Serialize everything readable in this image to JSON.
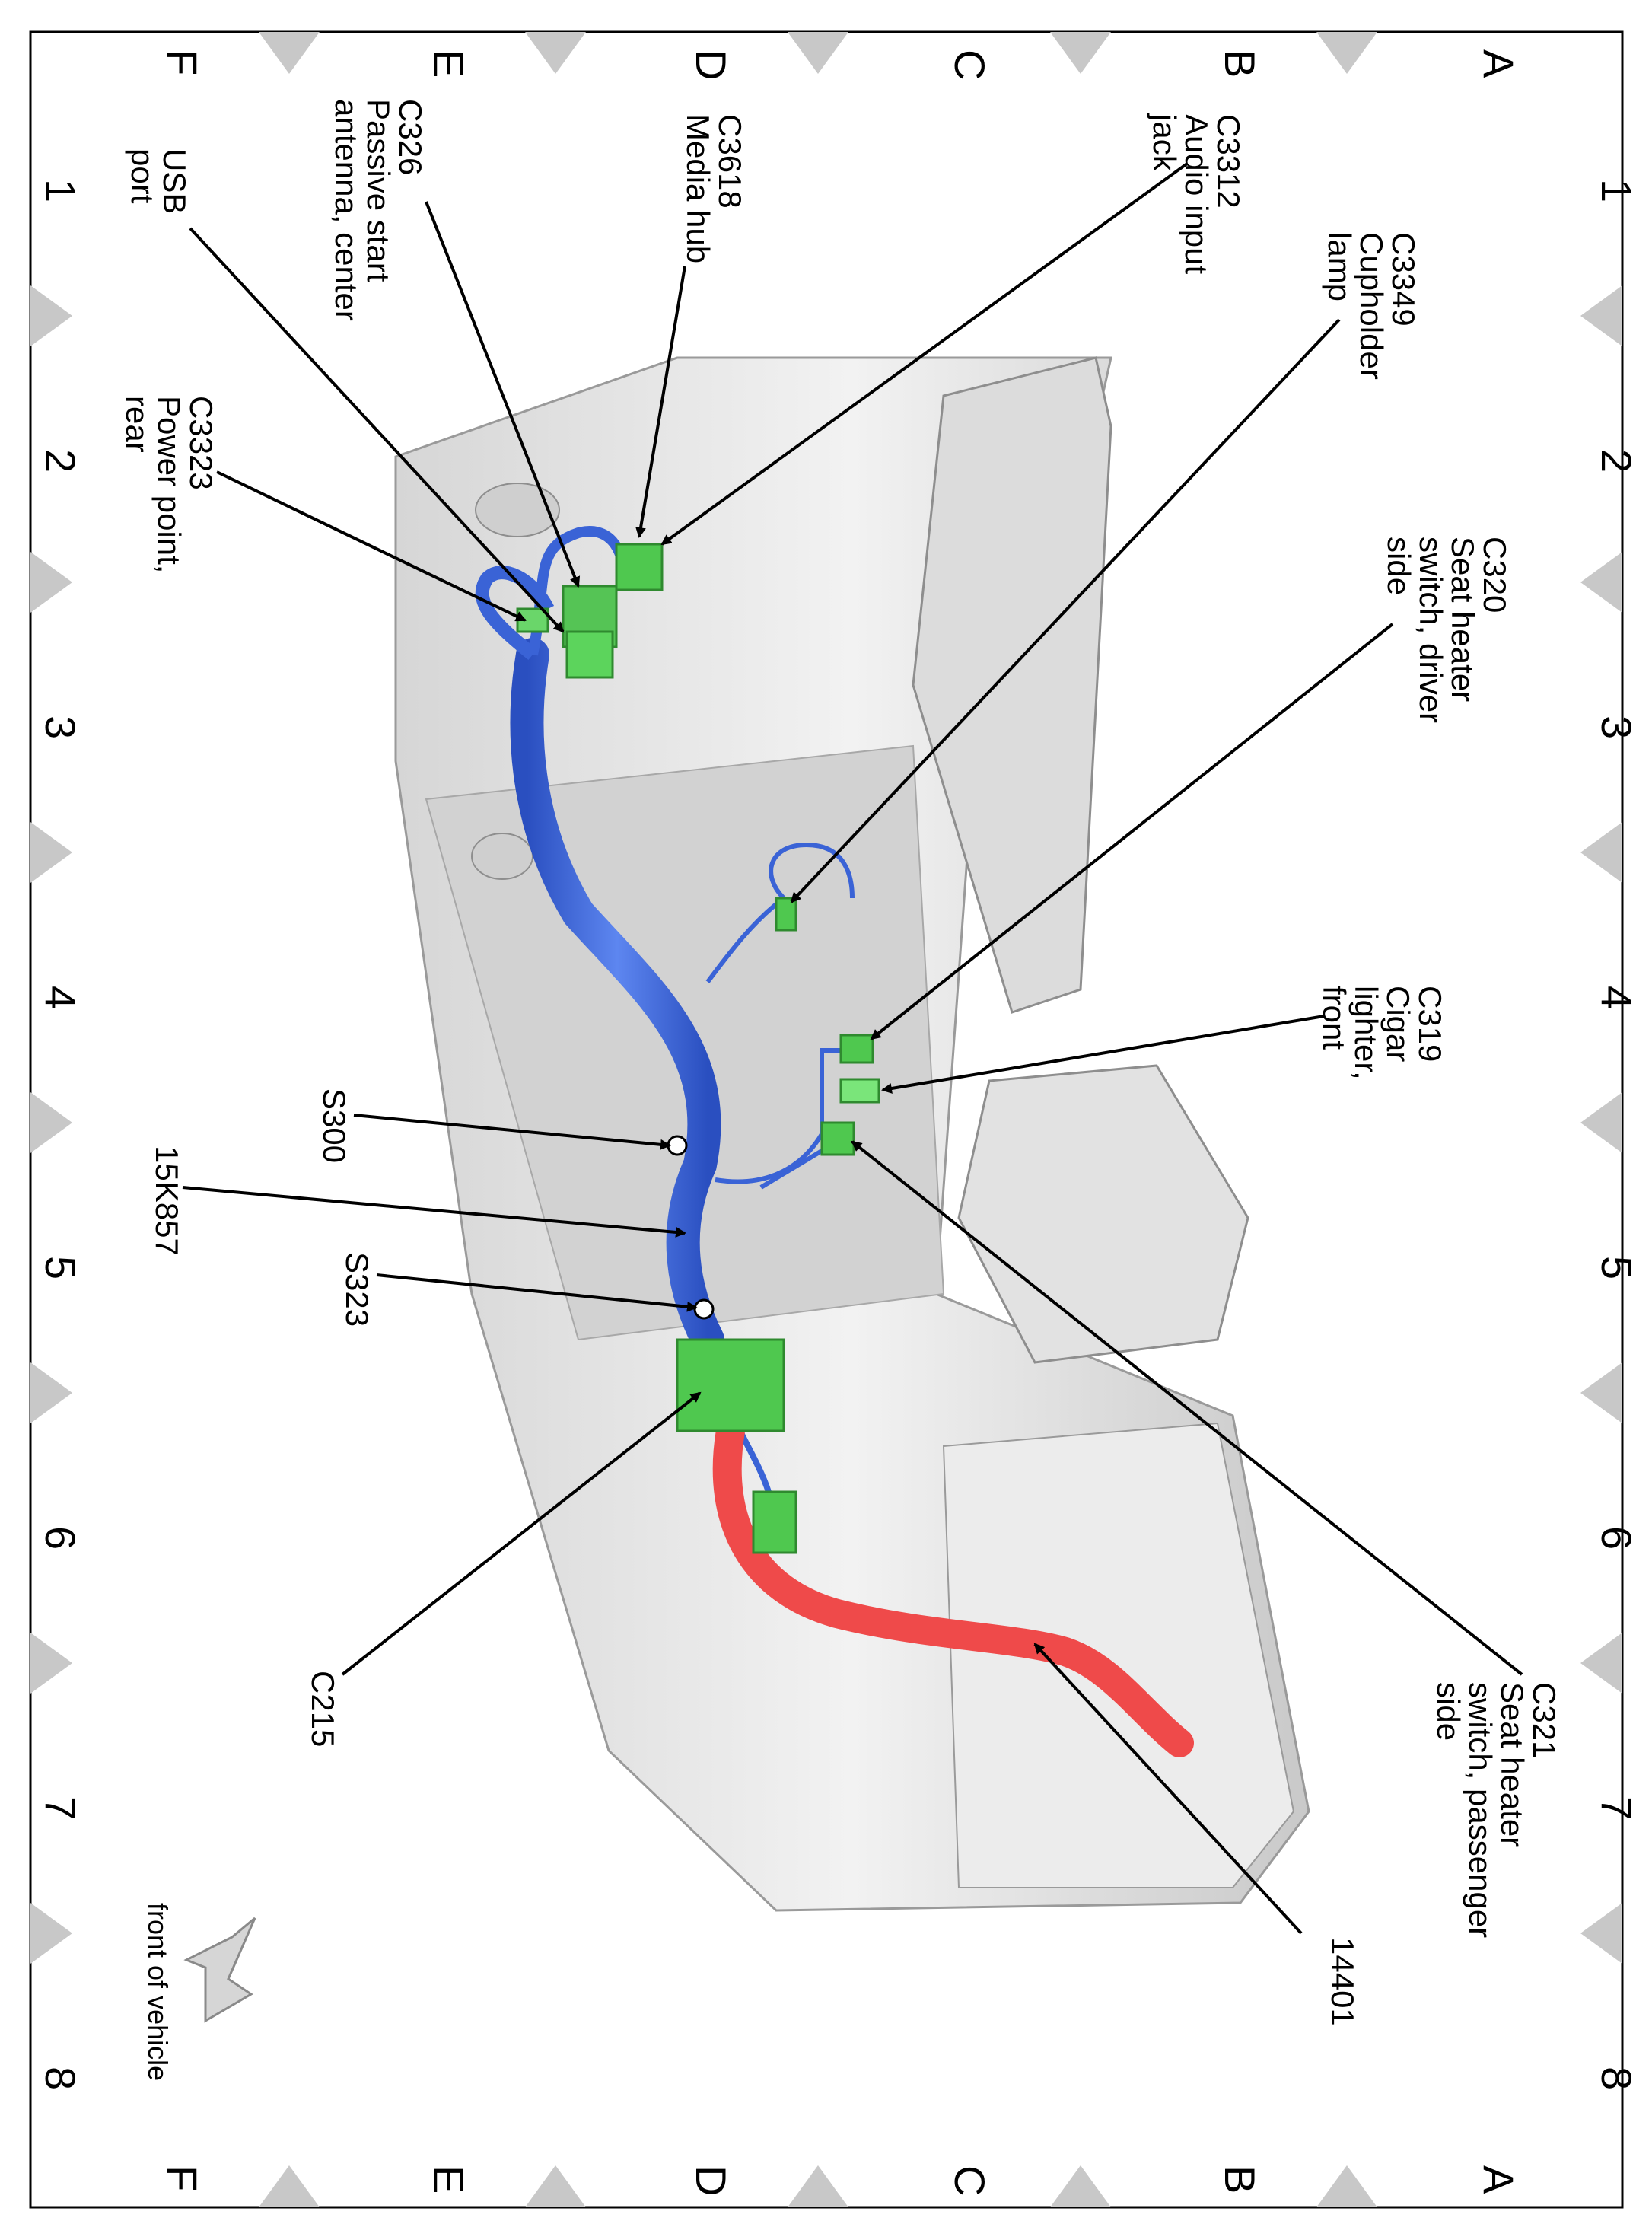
{
  "grid": {
    "columns": [
      "1",
      "2",
      "3",
      "4",
      "5",
      "6",
      "7",
      "8"
    ],
    "rows": [
      "A",
      "B",
      "C",
      "D",
      "E",
      "F"
    ]
  },
  "callouts": [
    {
      "id": "c3312",
      "lines": [
        "C3312",
        "Audio input",
        "jack"
      ]
    },
    {
      "id": "c3618",
      "lines": [
        "C3618",
        "Media hub"
      ]
    },
    {
      "id": "c326",
      "lines": [
        "C326",
        "Passive start",
        "antenna, center"
      ]
    },
    {
      "id": "usb",
      "lines": [
        "USB",
        "port"
      ]
    },
    {
      "id": "c3323",
      "lines": [
        "C3323",
        "Power point,",
        "rear"
      ]
    },
    {
      "id": "c3349",
      "lines": [
        "C3349",
        "Cupholder",
        "lamp"
      ]
    },
    {
      "id": "c320",
      "lines": [
        "C320",
        "Seat heater",
        "switch, driver",
        "side"
      ]
    },
    {
      "id": "c319",
      "lines": [
        "C319",
        "Cigar",
        "lighter,",
        "front"
      ]
    },
    {
      "id": "s300",
      "lines": [
        "S300"
      ]
    },
    {
      "id": "h15k857",
      "lines": [
        "15K857"
      ]
    },
    {
      "id": "s323",
      "lines": [
        "S323"
      ]
    },
    {
      "id": "c215",
      "lines": [
        "C215"
      ]
    },
    {
      "id": "c321",
      "lines": [
        "C321",
        "Seat heater",
        "switch, passenger",
        "side"
      ]
    },
    {
      "id": "h14401",
      "lines": [
        "14401"
      ]
    }
  ],
  "orientation_label": "front of vehicle",
  "colors": {
    "harness_blue": "#3a63d6",
    "harness_red": "#ef4a4a",
    "connector_green": "#4fc84f",
    "console_gray": "#e6e6e6",
    "grid_triangle": "#c8c8c8"
  }
}
